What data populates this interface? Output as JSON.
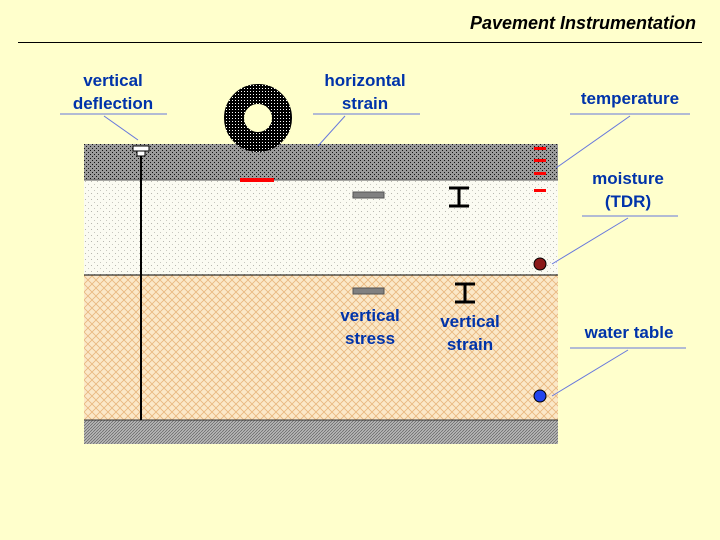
{
  "title": "Pavement Instrumentation",
  "labels": {
    "vertical_deflection": [
      "vertical",
      "deflection"
    ],
    "horizontal_strain": [
      "horizontal",
      "strain"
    ],
    "temperature": "temperature",
    "moisture": [
      "moisture",
      "(TDR)"
    ],
    "vertical_stress": [
      "vertical",
      "stress"
    ],
    "vertical_strain": [
      "vertical",
      "strain"
    ],
    "water_table": "water table"
  },
  "colors": {
    "background": "#ffffcc",
    "label_text": "#0033aa",
    "leader_line": "#6677dd",
    "asphalt": "#8a8a8a",
    "base": "#f7f7ec",
    "subgrade": "#f6ddb8",
    "bedrock": "#a9a9a9",
    "strain_gauge": "#ff0000",
    "stress_cell": "#808080",
    "moisture_sensor": "#8b1a1a",
    "water_table_sensor": "#2244ee"
  }
}
